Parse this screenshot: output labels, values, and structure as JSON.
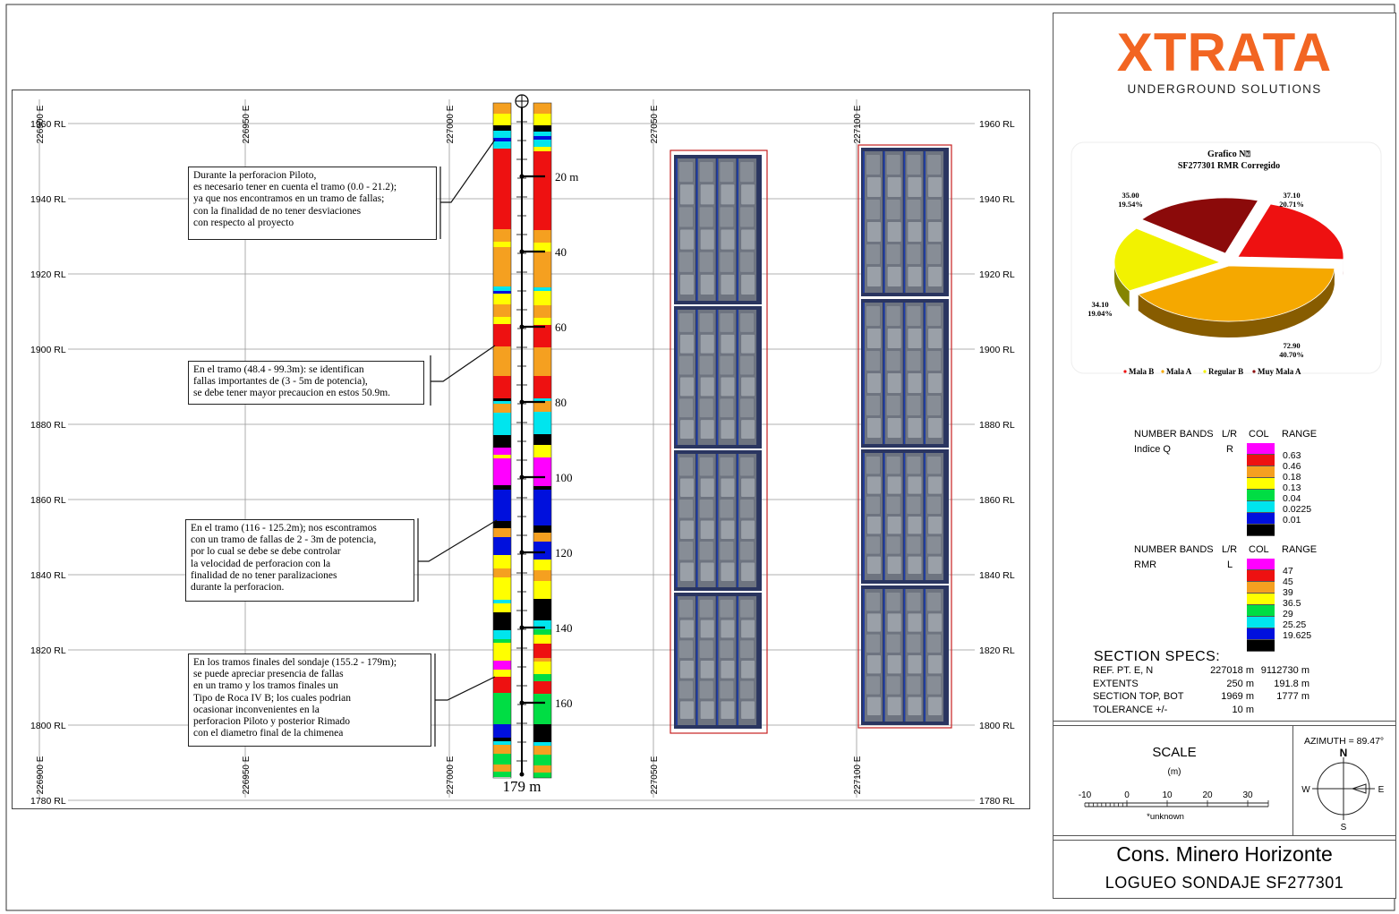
{
  "section": {
    "rl_labels": [
      "1960 RL",
      "1940 RL",
      "1920 RL",
      "1900 RL",
      "1880 RL",
      "1860 RL",
      "1840 RL",
      "1820 RL",
      "1800 RL",
      "1780 RL"
    ],
    "e_labels": [
      "226900 E",
      "226950 E",
      "227000 E",
      "227050 E",
      "227100 E"
    ],
    "depth_labels": [
      "20 m",
      "40",
      "60",
      "80",
      "100",
      "120",
      "140",
      "160"
    ],
    "end_depth": "179 m"
  },
  "notes": [
    "Durante la perforacion Piloto,\nes necesario tener en cuenta el tramo (0.0 - 21.2);\nya que nos encontramos en un tramo de fallas;\ncon la finalidad de no tener desviaciones\ncon respecto al proyecto",
    "En el tramo (48.4 - 99.3m): se identifican\nfallas importantes de (3 - 5m de potencia),\nse debe tener mayor precaucion en estos 50.9m.",
    "En el tramo (116 - 125.2m); nos escontramos\ncon un tramo de fallas de 2 - 3m de potencia,\npor lo cual se debe se debe controlar\nla velocidad de perforacion con la\nfinalidad de no tener paralizaciones\ndurante la perforacion.",
    "En los tramos finales del sondaje (155.2 - 179m);\nse puede apreciar presencia de fallas\nen un tramo y los tramos finales un\nTipo de Roca IV B; los cuales podrian\nocasionar inconvenientes en la\nperforacion Piloto y posterior Rimado\ncon el diametro final de la chimenea"
  ],
  "logo": {
    "name": "XTRATA",
    "tagline": "UNDERGROUND SOLUTIONS"
  },
  "chart_data": {
    "type": "pie",
    "title": "Grafico N",
    "subtitle": "SF277301 RMR Corregido",
    "slices": [
      {
        "name": "Mala B",
        "value": 37.1,
        "percent": "20.71%",
        "color": "#ee1111"
      },
      {
        "name": "Mala A",
        "value": 72.9,
        "percent": "40.70%",
        "color": "#f5a800"
      },
      {
        "name": "Regular B",
        "value": 34.1,
        "percent": "19.04%",
        "color": "#f2f200"
      },
      {
        "name": "Muy Mala A",
        "value": 35.0,
        "percent": "19.54%",
        "color": "#8b0a0a"
      }
    ],
    "labels": [
      {
        "value": "37.10",
        "percent": "20.71%"
      },
      {
        "value": "72.90",
        "percent": "40.70%"
      },
      {
        "value": "34.10",
        "percent": "19.04%"
      },
      {
        "value": "35.00",
        "percent": "19.54%"
      }
    ],
    "legend": [
      "Mala B",
      "Mala A",
      "Regular B",
      "Muy Mala A"
    ],
    "legend_position": "bottom"
  },
  "bands_q": {
    "headers": {
      "number_bands": "NUMBER BANDS",
      "lr": "L/R",
      "col": "COL",
      "range": "RANGE"
    },
    "name": "Indice Q",
    "side": "R",
    "colors": [
      "#ff00ff",
      "#ee1111",
      "#f5a020",
      "#ffff00",
      "#00dd44",
      "#00e5ee",
      "#0010dd",
      "#000000"
    ],
    "values": [
      "0.63",
      "0.46",
      "0.18",
      "0.13",
      "0.04",
      "0.0225",
      "0.01"
    ]
  },
  "bands_rmr": {
    "headers": {
      "number_bands": "NUMBER BANDS",
      "lr": "L/R",
      "col": "COL",
      "range": "RANGE"
    },
    "name": "RMR",
    "side": "L",
    "colors": [
      "#ff00ff",
      "#ee1111",
      "#f5a020",
      "#ffff00",
      "#00dd44",
      "#00e5ee",
      "#0010dd",
      "#000000"
    ],
    "values": [
      "47",
      "45",
      "39",
      "36.5",
      "29",
      "25.25",
      "19.625"
    ]
  },
  "specs": {
    "title": "SECTION  SPECS:",
    "rows": [
      {
        "label": "REF. PT.  E, N",
        "a": "227018 m",
        "b": "9112730 m"
      },
      {
        "label": "EXTENTS",
        "a": "250 m",
        "b": "191.8 m"
      },
      {
        "label": "SECTION TOP, BOT",
        "a": "1969 m",
        "b": "1777 m"
      },
      {
        "label": "TOLERANCE  +/-",
        "a": "10 m",
        "b": ""
      }
    ]
  },
  "scale": {
    "title": "SCALE",
    "unit": "(m)",
    "ticks": [
      "-10",
      "0",
      "10",
      "20",
      "30"
    ],
    "note": "*unknown"
  },
  "compass": {
    "azimuth": "AZIMUTH = 89.47°",
    "n": "N",
    "s": "S",
    "e": "E",
    "w": "W"
  },
  "footer": {
    "company": "Cons. Minero Horizonte",
    "title": "LOGUEO SONDAJE SF277301"
  }
}
